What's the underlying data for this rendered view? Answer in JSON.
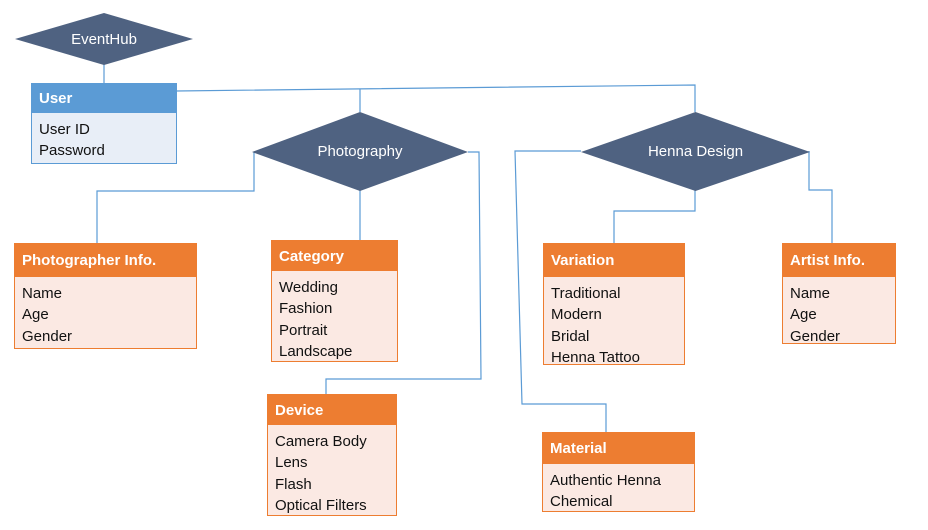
{
  "colors": {
    "diamond_fill": "#4F6281",
    "connector": "#5B9BD5",
    "orange_header": "#ED7D31",
    "orange_body": "#FBE9E3",
    "blue_header": "#5B9BD5",
    "blue_body": "#E8EEF7"
  },
  "diamonds": {
    "eventhub": "EventHub",
    "photography": "Photography",
    "henna": "Henna Design"
  },
  "user": {
    "title": "User",
    "fields": [
      "User ID",
      "Password"
    ]
  },
  "photographer": {
    "title": "Photographer Info.",
    "fields": [
      "Name",
      "Age",
      "Gender"
    ]
  },
  "category": {
    "title": "Category",
    "fields": [
      "Wedding",
      "Fashion",
      "Portrait",
      "Landscape"
    ]
  },
  "device": {
    "title": "Device",
    "fields": [
      "Camera Body",
      "Lens",
      "Flash",
      "Optical Filters"
    ]
  },
  "variation": {
    "title": "Variation",
    "fields": [
      "Traditional",
      "Modern",
      "Bridal",
      "Henna Tattoo"
    ]
  },
  "artist": {
    "title": "Artist Info.",
    "fields": [
      "Name",
      "Age",
      "Gender"
    ]
  },
  "material": {
    "title": "Material",
    "fields": [
      "Authentic Henna",
      "Chemical"
    ]
  }
}
